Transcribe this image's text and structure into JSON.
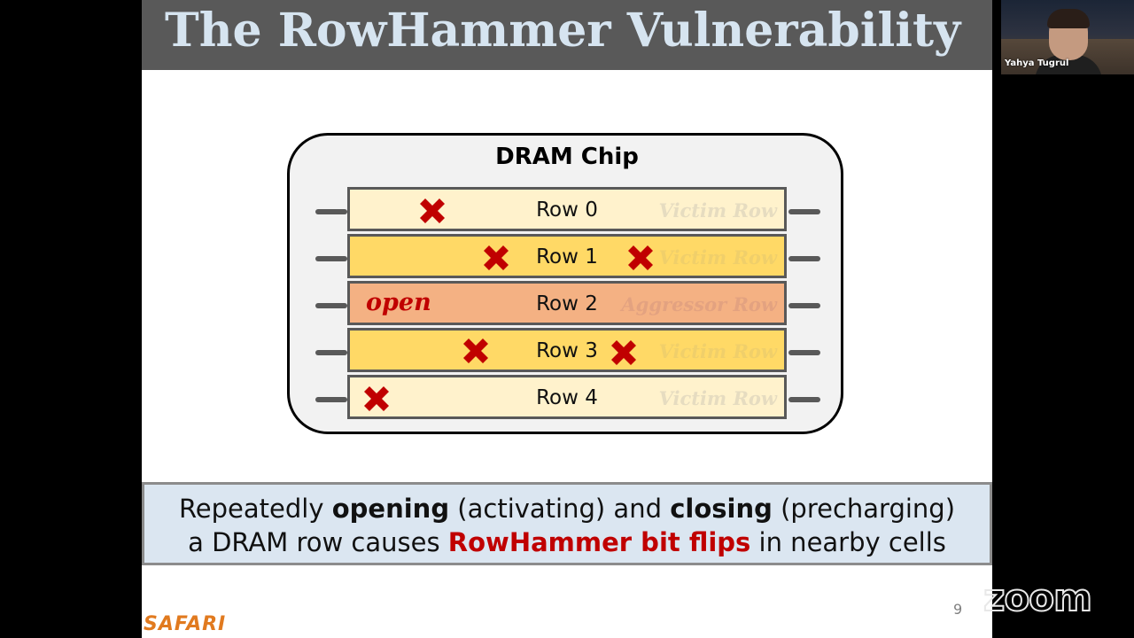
{
  "slide": {
    "title": "The RowHammer Vulnerability",
    "chip_label": "DRAM Chip",
    "open_label": "open",
    "rows": [
      {
        "label": "Row 0",
        "role": "Victim Row",
        "color": "#fff2cc"
      },
      {
        "label": "Row 1",
        "role": "Victim Row",
        "color": "#ffd966"
      },
      {
        "label": "Row 2",
        "role": "Aggressor Row",
        "color": "#f4b183"
      },
      {
        "label": "Row 3",
        "role": "Victim Row",
        "color": "#ffd966"
      },
      {
        "label": "Row 4",
        "role": "Victim Row",
        "color": "#fff2cc"
      }
    ],
    "caption": {
      "line1_part1": "Repeatedly ",
      "line1_bold1": "opening",
      "line1_part2": " (activating) and ",
      "line1_bold2": "closing",
      "line1_part3": " (precharging)",
      "line2_part1": "a DRAM row causes ",
      "line2_red": "RowHammer bit flips",
      "line2_part2": " in nearby cells"
    },
    "page_number": "9",
    "footer_logo": "SAFARI"
  },
  "video": {
    "participant_name": "Yahya Tugrul"
  },
  "overlay": {
    "zoom_watermark": "zoom"
  },
  "colors": {
    "title_bar": "#595959",
    "title_text": "#d6e4f0",
    "bitflip_x": "#c00000",
    "caption_bg": "#dbe6f1",
    "safari_orange": "#e17a1f"
  }
}
